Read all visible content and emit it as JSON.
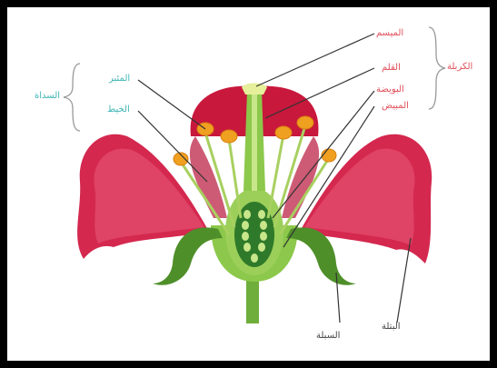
{
  "colors": {
    "red_label": "#e0505a",
    "teal_label": "#3fb5b5",
    "dark_label": "#444444",
    "petal": "#d4204a",
    "stem": "#6fae3a",
    "anther": "#f0a020"
  },
  "labels": {
    "stigma": "الميسم",
    "style": "القلم",
    "pistil_group": "الكربلة",
    "ovary": "المبيض",
    "ovule": "البويضة",
    "anther": "المئبر",
    "filament": "الخيط",
    "stamen_group": "السداة",
    "sepal": "السبلة",
    "petal": "البتلة"
  }
}
